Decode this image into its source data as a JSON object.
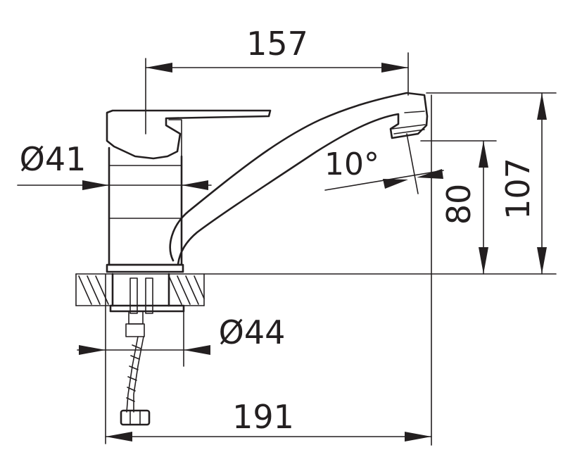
{
  "diagram": {
    "dimensions": {
      "spout_reach": "157",
      "body_diameter": "Ø41",
      "spout_angle": "10°",
      "spout_height": "80",
      "total_height": "107",
      "mount_diameter": "Ø44",
      "total_length": "191"
    },
    "colors": {
      "line": "#231f20",
      "background": "#ffffff"
    }
  }
}
